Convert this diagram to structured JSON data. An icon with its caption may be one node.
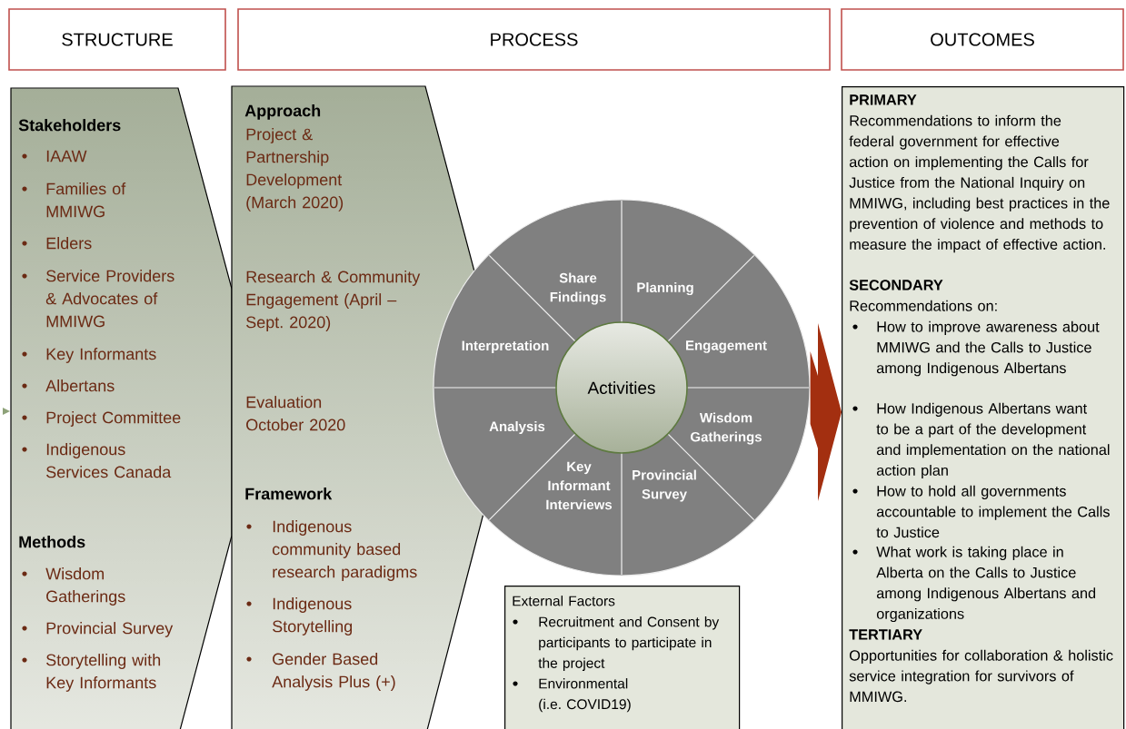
{
  "diagram": {
    "nodes": [
      {
        "text": [
          "STRUCTURE"
        ]
      },
      {
        "text": [
          "PROCESS"
        ]
      },
      {
        "text": [
          "OUTCOMES"
        ]
      },
      {
        "text": [
          "Stakeholders",
          "IAAW",
          "Families of MMIWG",
          "Elders",
          "Service Providers & Advocates of MMIWG",
          "Key Informants",
          "Albertans",
          "Project Committee",
          "Indigenous Services Canada",
          "Methods",
          "Wisdom Gatherings",
          "Provincial Survey",
          "Storytelling with Key Informants"
        ]
      },
      {
        "text": [
          "Approach",
          "Project & Partnership Development (March 2020)",
          "Research & Community Engagement (April – Sept. 2020)",
          "Evaluation October 2020",
          "Framework",
          "Indigenous community based research paradigms",
          "Indigenous Storytelling",
          "Gender Based Analysis Plus (+)"
        ]
      },
      {
        "text": [],
        "shape": "circle"
      },
      {
        "text": [
          "Activities"
        ],
        "in": 5
      },
      {
        "text": [
          "Planning"
        ],
        "in": 5
      },
      {
        "text": [
          "Engagement"
        ],
        "in": 5
      },
      {
        "text": [
          "Wisdom Gatherings"
        ],
        "in": 5
      },
      {
        "text": [
          "Provincial Survey"
        ],
        "in": 5
      },
      {
        "text": [
          "Key Informant Interviews"
        ],
        "in": 5
      },
      {
        "text": [
          "Analysis"
        ],
        "in": 5
      },
      {
        "text": [
          "Interpretation"
        ],
        "in": 5
      },
      {
        "text": [
          "Share Findings"
        ],
        "in": 5
      },
      {
        "text": [
          "External Factors",
          "Recruitment and Consent by participants to participate in the project",
          "Environmental (i.e. COVID19)"
        ]
      },
      {
        "text": [
          "PRIMARY",
          "Recommendations to inform the federal government for effective action on implementing the Calls for Justice from the National Inquiry on MMIWG, including best practices in the prevention of violence and methods to measure the impact of effective action.",
          "SECONDARY",
          "Recommendations on:",
          "How to improve awareness about MMIWG and the Calls to Justice among Indigenous Albertans",
          "How Indigenous Albertans want to be a part of the development and implementation on the national action plan",
          "How to hold all governments accountable to implement the Calls to Justice",
          "What work is taking place in Alberta on the Calls to Justice among Indigenous Albertans and organizations",
          "TERTIARY",
          "Opportunities for collaboration & holistic service integration for survivors of MMIWG."
        ]
      }
    ],
    "edges": [
      {
        "from": 5,
        "to": 16,
        "arrow": "to",
        "style": "thick",
        "color": "#a32f10"
      }
    ]
  }
}
